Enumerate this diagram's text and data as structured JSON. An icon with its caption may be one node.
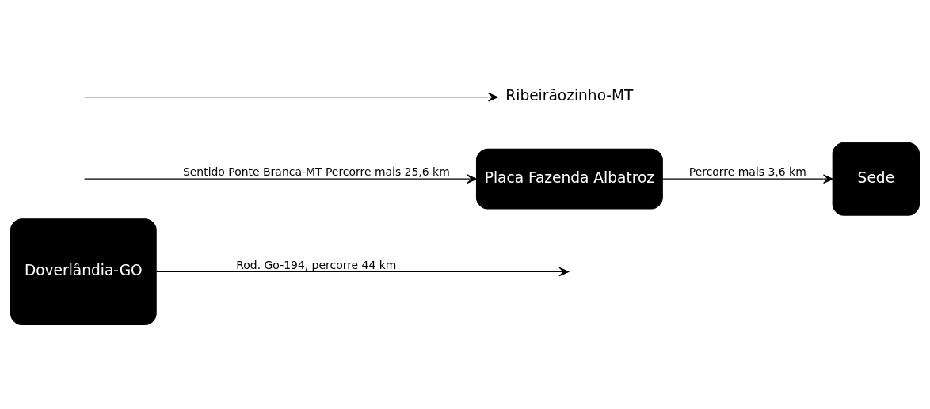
{
  "diagram": {
    "nodes": [
      {
        "text": [
          "Doverlândia-GO"
        ]
      },
      {
        "text": [
          "Placa Fazenda Albatroz"
        ]
      },
      {
        "text": [
          "Sede"
        ]
      },
      {
        "text": [
          "Ribeirãozinho-MT"
        ]
      }
    ],
    "edges": [
      {
        "from": 0,
        "to": null,
        "arrow": "to",
        "label": "Rod. Go-194, percorre 44 km"
      },
      {
        "from": null,
        "to": 1,
        "arrow": "to",
        "label": "Sentido Ponte Branca-MT Percorre mais 25,6 km"
      },
      {
        "from": 1,
        "to": 2,
        "arrow": "to",
        "label": "Percorre mais 3,6 km"
      },
      {
        "from": null,
        "to": 3,
        "arrow": "to"
      }
    ]
  }
}
